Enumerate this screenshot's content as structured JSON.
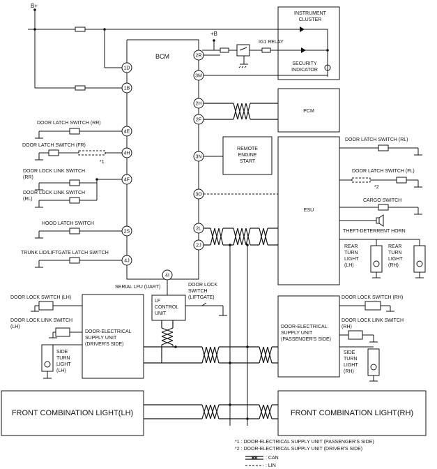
{
  "power": {
    "b_plus": "B+",
    "plus_b": "+B",
    "ig1_relay": "IG1 RELAY"
  },
  "bcm": {
    "title": "BCM",
    "pins": [
      "1D",
      "1B",
      "4E",
      "4H",
      "4F",
      "2S",
      "4J",
      "2R",
      "3M",
      "2H",
      "2F",
      "3N",
      "3O",
      "2L",
      "2J",
      "4I"
    ]
  },
  "modules": {
    "instrument_cluster": "INSTRUMENT CLUSTER",
    "security_indicator": "SECURITY INDICATOR",
    "pcm": "PCM",
    "remote_engine_start": "REMOTE ENGINE START",
    "esu": "ESU",
    "lf_control_unit": "LF CONTROL UNIT",
    "desu_drivers": "DOOR-ELECTRICAL SUPPLY UNIT (DRIVER'S SIDE)",
    "desu_passengers": "DOOR-ELECTRICAL SUPPLY UNIT (PASSENGER'S SIDE)",
    "fcl_lh": "FRONT COMBINATION LIGHT(LH)",
    "fcl_rh": "FRONT COMBINATION LIGHT(RH)"
  },
  "left_switches": {
    "door_latch_rr": "DOOR LATCH SWITCH (RR)",
    "door_latch_fr": "DOOR LATCH SWITCH (FR)",
    "door_lock_link_rr": "DOOR LOCK LINK SWITCH (RR)",
    "door_lock_link_rl": "DOOR LOCK LINK SWITCH (RL)",
    "hood_latch": "HOOD LATCH SWITCH",
    "trunk_latch": "TRUNK LID/LIFTGATE LATCH SWITCH",
    "note1_marker": "*1"
  },
  "right_switches": {
    "door_latch_rl": "DOOR LATCH SWITCH (RL)",
    "door_latch_fl": "DOOR LATCH SWITCH (FL)",
    "cargo": "CARGO SWITCH",
    "theft_horn": "THEFT-DETERRENT HORN",
    "rear_turn_lh": "REAR TURN LIGHT (LH)",
    "rear_turn_rh": "REAR TURN LIGHT (RH)",
    "note2_marker": "*2"
  },
  "lower": {
    "serial_lfu": "SERIAL LFU (UART)",
    "door_lock_liftgate": "DOOR LOCK SWITCH (LIFTGATE)",
    "door_lock_lh": "DOOR LOCK SWITCH (LH)",
    "door_lock_link_lh": "DOOR LOCK LINK SWITCH (LH)",
    "side_turn_lh": "SIDE TURN LIGHT (LH)",
    "door_lock_rh": "DOOR LOCK SWITCH (RH)",
    "door_lock_link_rh": "DOOR LOCK LINK SWITCH (RH)",
    "side_turn_rh": "SIDE TURN LIGHT (RH)"
  },
  "notes": {
    "n1": "*1 : DOOR-ELECTRICAL SUPPLY UNIT (PASSENGER'S SIDE)",
    "n2": "*2 : DOOR-ELECTRICAL SUPPLY UNIT (DRIVER'S SIDE)",
    "can": ": CAN",
    "lin": ": LIN"
  }
}
